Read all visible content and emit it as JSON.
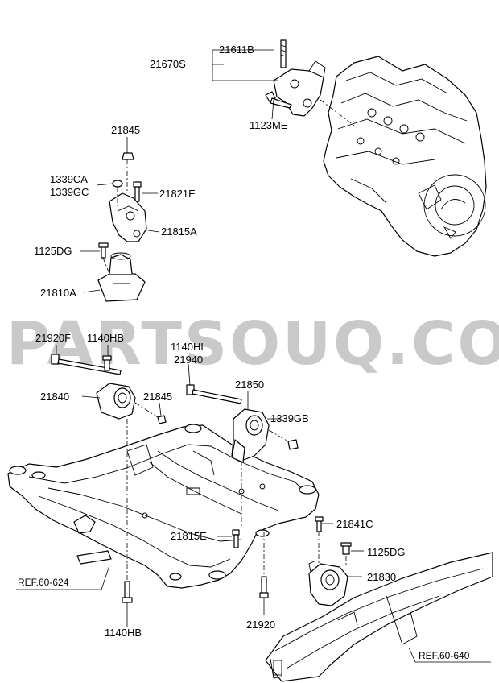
{
  "watermark": "PARTSOUQ.COM",
  "labels": {
    "l21611B": "21611B",
    "l21670S": "21670S",
    "l1123ME": "1123ME",
    "l21845a": "21845",
    "l1339CA": "1339CA",
    "l1339GC": "1339GC",
    "l21821E": "21821E",
    "l21815A": "21815A",
    "l1125DGa": "1125DG",
    "l21810A": "21810A",
    "l21920F": "21920F",
    "l1140HBa": "1140HB",
    "l1140HL": "1140HL",
    "l21940": "21940",
    "l21850": "21850",
    "l21840": "21840",
    "l21845b": "21845",
    "l1339GB": "1339GB",
    "l21841C": "21841C",
    "l1125DGb": "1125DG",
    "l21815E": "21815E",
    "l21830": "21830",
    "l21920": "21920",
    "l1140HBb": "1140HB"
  },
  "refs": {
    "ref624": "REF.60-624",
    "ref640": "REF.60-640"
  }
}
